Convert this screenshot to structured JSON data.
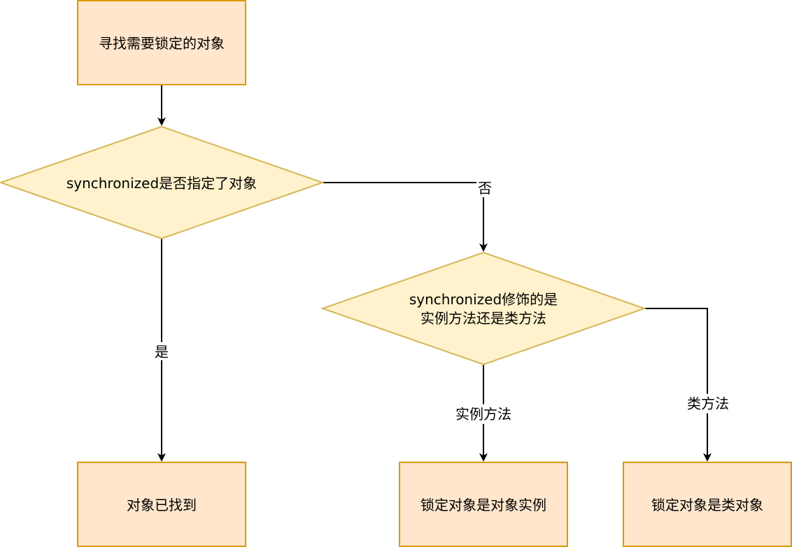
{
  "colors": {
    "process_fill": "#ffe6cc",
    "process_stroke": "#d79b00",
    "decision_fill": "#fff2cc",
    "decision_stroke": "#d6b656",
    "edge": "#000000",
    "label_bg": "#ffffff"
  },
  "nodes": {
    "find_object": {
      "label": "寻找需要锁定的对象"
    },
    "decision_specified": {
      "label": "synchronized是否指定了对象"
    },
    "decision_method": {
      "label_line1": "synchronized修饰的是",
      "label_line2": "实例方法还是类方法"
    },
    "object_found": {
      "label": "对象已找到"
    },
    "lock_instance": {
      "label": "锁定对象是对象实例"
    },
    "lock_class": {
      "label": "锁定对象是类对象"
    }
  },
  "edges": {
    "no": {
      "label": "否"
    },
    "yes": {
      "label": "是"
    },
    "instance_method": {
      "label": "实例方法"
    },
    "class_method": {
      "label": "类方法"
    }
  }
}
